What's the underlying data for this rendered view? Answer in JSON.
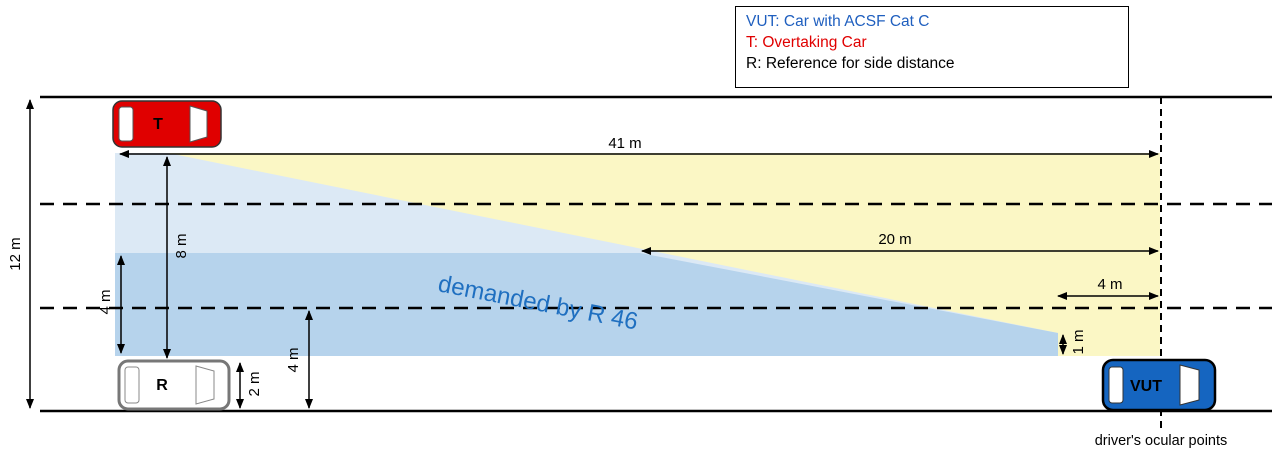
{
  "legend": {
    "vut": {
      "prefix": "VUT:",
      "text": "Car with ACSF Cat C",
      "color": "#1f5fbf"
    },
    "t": {
      "prefix": "T:",
      "text": "Overtaking Car",
      "color": "#e00000"
    },
    "r": {
      "prefix": "R:",
      "text": "Reference for side distance",
      "color": "#000000"
    }
  },
  "cars": {
    "t": {
      "label": "T",
      "color": "#e00000"
    },
    "r": {
      "label": "R",
      "color": "#ffffff"
    },
    "vut": {
      "label": "VUT",
      "color": "#1565c0"
    }
  },
  "dimensions": {
    "d41": "41 m",
    "d20": "20 m",
    "d4_horizontal": "4 m",
    "d12": "12 m",
    "d8": "8 m",
    "d4_left": "4 m",
    "d4_center": "4 m",
    "d2": "2 m",
    "d1": "1 m"
  },
  "zones": {
    "demanded_label": "demanded by R 46",
    "yellow": "#fbf7c5",
    "light_blue": "#dce9f5",
    "blue": "#b6d3ec"
  },
  "footer": {
    "ocular_label": "driver's ocular points"
  }
}
